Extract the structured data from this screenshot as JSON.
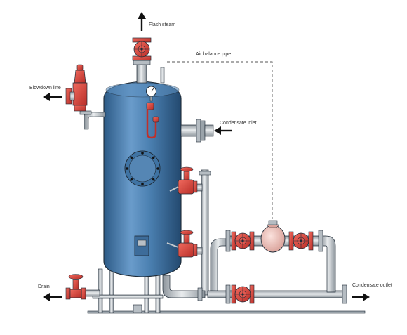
{
  "labels": {
    "flash_steam": "Flash steam",
    "air_balance_pipe": "Air balance pipe",
    "blowdown_line": "Blowdown line",
    "condensate_inlet": "Condensate inlet",
    "drain": "Drain",
    "condensate_outlet": "Condensate outlet"
  },
  "colors": {
    "vessel": "#4a7fb0",
    "vessel_dark": "#2f5e8c",
    "valve": "#d9443c",
    "pipe": "#c4c9cd",
    "outline": "#1e2a36"
  }
}
